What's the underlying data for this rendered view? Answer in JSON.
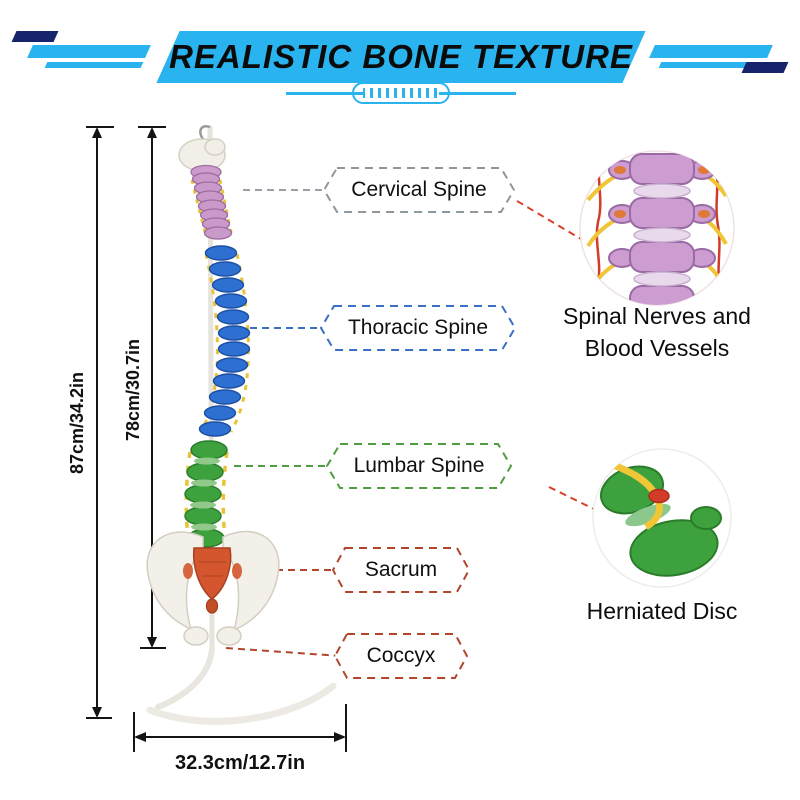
{
  "banner": {
    "title": "REALISTIC BONE TEXTURE",
    "accent_color": "#29b4ef",
    "navy_color": "#16246b"
  },
  "callouts": [
    {
      "id": "cervical",
      "text": "Cervical Spine",
      "color": "#8f979e"
    },
    {
      "id": "thoracic",
      "text": "Thoracic Spine",
      "color": "#3a6fc4"
    },
    {
      "id": "lumbar",
      "text": "Lumbar Spine",
      "color": "#4f9e3f"
    },
    {
      "id": "sacrum",
      "text": "Sacrum",
      "color": "#b2452c"
    },
    {
      "id": "coccyx",
      "text": "Coccyx",
      "color": "#b2452c"
    }
  ],
  "insets": {
    "nerves": {
      "caption_line1": "Spinal Nerves and",
      "caption_line2": "Blood Vessels"
    },
    "herniated_disc": {
      "caption": "Herniated Disc"
    }
  },
  "measurements": {
    "overall_height": "87cm/34.2in",
    "spine_height": "78cm/30.7in",
    "base_width": "32.3cm/12.7in"
  },
  "model_colors": {
    "cervical_pink": "#c99ac9",
    "thoracic_blue": "#2e6fd2",
    "lumbar_green": "#3da23d",
    "sacrum_orange": "#d4562e",
    "nerve_yellow": "#e8c338"
  }
}
